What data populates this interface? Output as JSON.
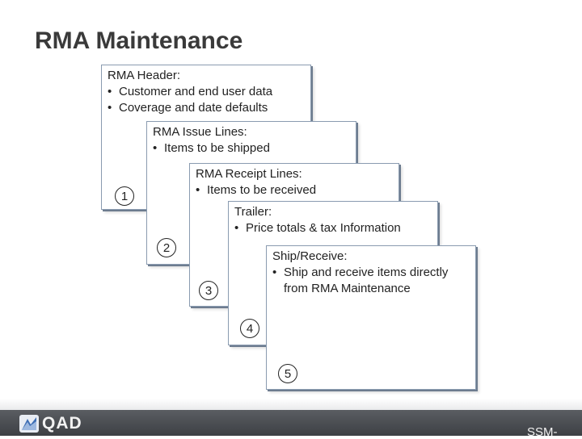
{
  "title": "RMA Maintenance",
  "cards": [
    {
      "heading": "RMA Header:",
      "bullets": [
        "Customer and end user data",
        "Coverage and date defaults"
      ],
      "number": "1"
    },
    {
      "heading": "RMA Issue Lines:",
      "bullets": [
        "Items to be shipped"
      ],
      "number": "2"
    },
    {
      "heading": "RMA Receipt Lines:",
      "bullets": [
        "Items to be received"
      ],
      "number": "3"
    },
    {
      "heading": "Trailer:",
      "bullets": [
        "Price totals & tax Information"
      ],
      "number": "4"
    },
    {
      "heading": "Ship/Receive:",
      "bullets": [
        "Ship and receive items directly from RMA Maintenance"
      ],
      "number": "5"
    }
  ],
  "footer": {
    "logo_text": "QAD",
    "code": "SSM-"
  },
  "colors": {
    "card_border": "#8a9bb0",
    "footer_bg": "#4a4d52"
  }
}
